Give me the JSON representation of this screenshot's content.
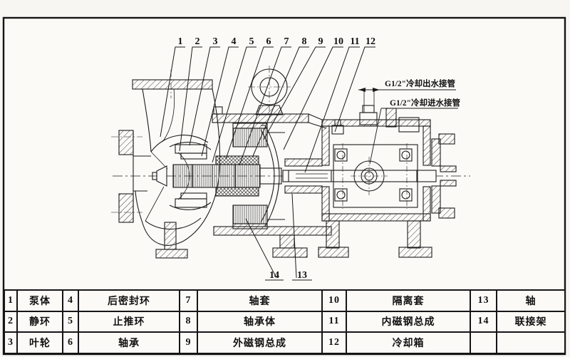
{
  "document": {
    "type": "pump-assembly-sectional-drawing",
    "colors": {
      "paper": "#fbfaf7",
      "line": "#1c1c1c"
    }
  },
  "drawing": {
    "part_numbers_top": [
      "1",
      "2",
      "3",
      "4",
      "5",
      "6",
      "7",
      "8",
      "9",
      "10",
      "11",
      "12"
    ],
    "part_numbers_bottom": [
      "14",
      "13"
    ],
    "annotations": {
      "cooling_outlet": "G1/2\"冷却出水接管",
      "cooling_inlet": "G1/2\"冷却进水接管"
    }
  },
  "parts_table": {
    "rows": [
      [
        "1",
        "泵体",
        "4",
        "后密封环",
        "7",
        "轴套",
        "10",
        "隔离套",
        "13",
        "轴"
      ],
      [
        "2",
        "静环",
        "5",
        "止推环",
        "8",
        "轴承体",
        "11",
        "内磁钢总成",
        "14",
        "联接架"
      ],
      [
        "3",
        "叶轮",
        "6",
        "轴承",
        "9",
        "外磁钢总成",
        "12",
        "冷却箱",
        "",
        ""
      ]
    ]
  }
}
